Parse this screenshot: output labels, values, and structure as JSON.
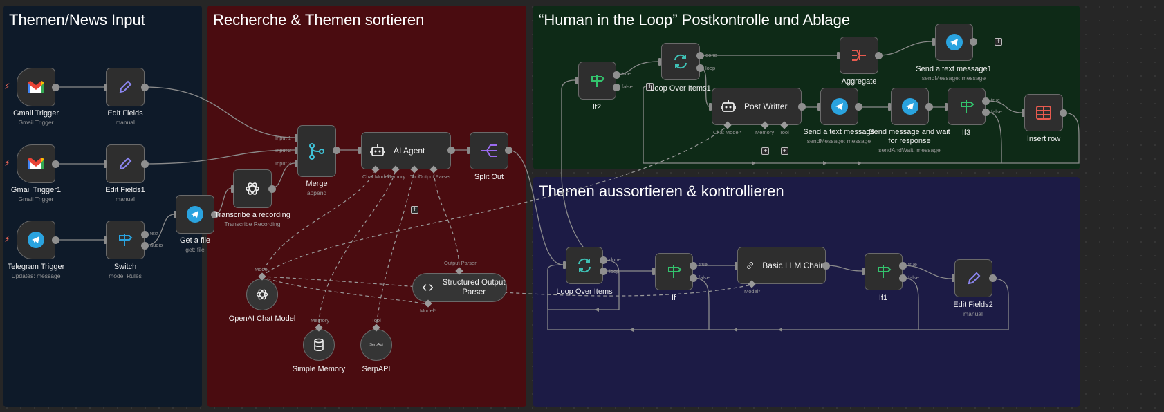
{
  "sections": {
    "input": {
      "title": "Themen/News Input",
      "color": "#0e1a29"
    },
    "research": {
      "title": "Recherche & Themen sortieren",
      "color": "#4a0c10"
    },
    "human": {
      "title": "“Human in the Loop” Postkontrolle und Ablage",
      "color": "#0e2a17"
    },
    "sort": {
      "title": "Themen aussortieren & kontrollieren",
      "color": "#1c1b45"
    }
  },
  "nodes": {
    "gmail_trigger": {
      "title": "Gmail Trigger",
      "subtitle": "Gmail Trigger",
      "icon": "gmail-icon"
    },
    "edit_fields": {
      "title": "Edit Fields",
      "subtitle": "manual",
      "icon": "pencil-icon"
    },
    "gmail_trigger1": {
      "title": "Gmail Trigger1",
      "subtitle": "Gmail Trigger",
      "icon": "gmail-icon"
    },
    "edit_fields1": {
      "title": "Edit Fields1",
      "subtitle": "manual",
      "icon": "pencil-icon"
    },
    "telegram_trigger": {
      "title": "Telegram Trigger",
      "subtitle": "Updates: message",
      "icon": "telegram-icon"
    },
    "switch": {
      "title": "Switch",
      "subtitle": "mode: Rules",
      "icon": "signpost-icon",
      "ports": {
        "text": "text",
        "audio": "audio"
      }
    },
    "get_file": {
      "title": "Get a file",
      "subtitle": "get: file",
      "icon": "telegram-icon"
    },
    "transcribe": {
      "title": "Transcribe a recording",
      "subtitle": "Transcribe Recording",
      "icon": "openai-icon"
    },
    "merge": {
      "title": "Merge",
      "subtitle": "append",
      "icon": "merge-icon",
      "ports": {
        "input1": "Input 1",
        "input2": "Input 2",
        "input3": "Input 3"
      }
    },
    "ai_agent": {
      "title": "AI Agent",
      "icon": "robot-icon",
      "ports": {
        "chat_model": "Chat Model",
        "memory": "Memory",
        "tool": "Tool",
        "output_parser": "Output Parser"
      }
    },
    "split_out": {
      "title": "Split Out",
      "icon": "split-icon"
    },
    "openai_chat": {
      "title": "OpenAI Chat Model",
      "icon": "openai-icon",
      "port": "Model"
    },
    "structured_parser": {
      "title": "Structured Output Parser",
      "icon": "code-icon",
      "port": "Output Parser",
      "model_port": "Model*"
    },
    "simple_memory": {
      "title": "Simple Memory",
      "icon": "database-icon",
      "port": "Memory"
    },
    "serpapi": {
      "title": "SerpAPI",
      "icon": "serpapi-icon",
      "icon_text": "SerpApi",
      "port": "Tool"
    },
    "if2": {
      "title": "If2",
      "icon": "signpost-icon",
      "ports": {
        "true": "true",
        "false": "false"
      }
    },
    "loop_over_items1": {
      "title": "Loop Over Items1",
      "icon": "loop-icon",
      "ports": {
        "done": "done",
        "loop": "loop"
      }
    },
    "aggregate": {
      "title": "Aggregate",
      "icon": "aggregate-icon"
    },
    "send_text_message1": {
      "title": "Send a text message1",
      "subtitle": "sendMessage: message",
      "icon": "telegram-icon"
    },
    "post_writter": {
      "title": "Post Writter",
      "icon": "robot-icon",
      "ports": {
        "chat_model": "Chat Model*",
        "memory": "Memory",
        "tool": "Tool"
      }
    },
    "send_text_message": {
      "title": "Send a text message",
      "subtitle": "sendMessage: message",
      "icon": "telegram-icon"
    },
    "send_wait": {
      "title": "Send message and wait for response",
      "subtitle": "sendAndWait: message",
      "icon": "telegram-icon"
    },
    "if3": {
      "title": "If3",
      "icon": "signpost-icon",
      "ports": {
        "true": "true",
        "false": "false"
      }
    },
    "insert_row": {
      "title": "Insert row",
      "icon": "table-icon"
    },
    "loop_over_items": {
      "title": "Loop Over Items",
      "icon": "loop-icon",
      "ports": {
        "done": "done",
        "loop": "loop"
      }
    },
    "if": {
      "title": "If",
      "icon": "signpost-icon",
      "ports": {
        "true": "true",
        "false": "false"
      }
    },
    "basic_llm_chain": {
      "title": "Basic LLM Chain",
      "icon": "chain-icon",
      "port": "Model*"
    },
    "if1": {
      "title": "If1",
      "icon": "signpost-icon",
      "ports": {
        "true": "true",
        "false": "false"
      }
    },
    "edit_fields2": {
      "title": "Edit Fields2",
      "subtitle": "manual",
      "icon": "pencil-icon"
    }
  },
  "colors": {
    "wire": "#8c8c8c",
    "accent_telegram": "#2aa3df",
    "accent_green": "#33c36d",
    "accent_teal": "#3fc1b5",
    "accent_purple": "#8c86f0",
    "accent_red": "#e85a4f",
    "trigger_bolt": "#ff6d5a"
  }
}
